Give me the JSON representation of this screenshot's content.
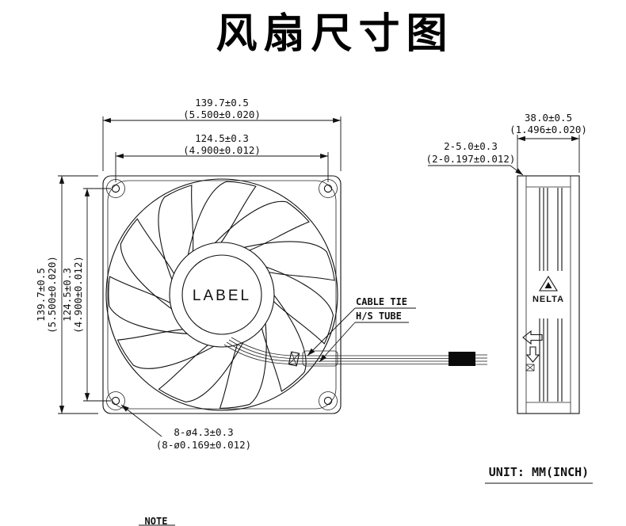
{
  "title": "风扇尺寸图",
  "front_view": {
    "hub_label": "LABEL",
    "dims": {
      "width_mm": "139.7±0.5",
      "width_in": "(5.500±0.020)",
      "hole_pitch_h_mm": "124.5±0.3",
      "hole_pitch_h_in": "(4.900±0.012)",
      "height_mm": "139.7±0.5",
      "height_in": "(5.500±0.020)",
      "hole_pitch_v_mm": "124.5±0.3",
      "hole_pitch_v_in": "(4.900±0.012)",
      "mounting_holes_mm": "8-ø4.3±0.3",
      "mounting_holes_in": "(8-ø0.169±0.012)"
    },
    "callouts": {
      "cable_tie": "CABLE TIE",
      "hs_tube": "H/S TUBE"
    }
  },
  "side_view": {
    "brand": "NELTA",
    "dims": {
      "depth_mm": "38.0±0.5",
      "depth_in": "(1.496±0.020)",
      "flange_mm": "2-5.0±0.3",
      "flange_in": "(2-0.197±0.012)"
    }
  },
  "footer": {
    "unit": "UNIT: MM(INCH)",
    "note": "NOTE"
  }
}
